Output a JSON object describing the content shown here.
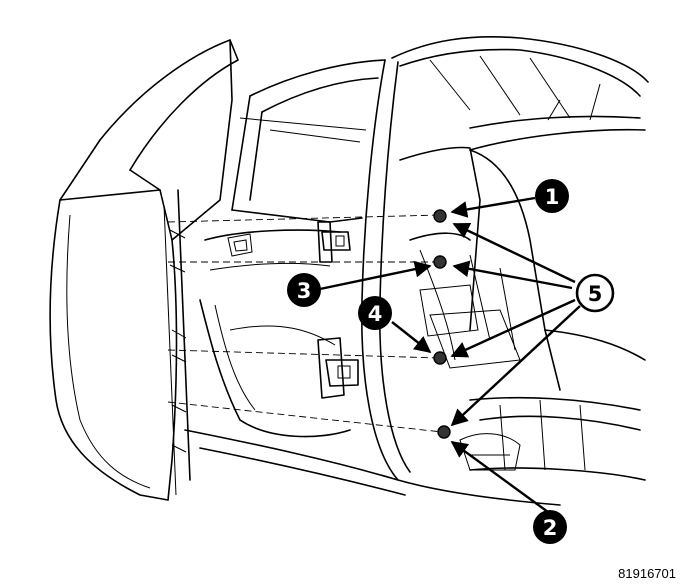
{
  "diagram": {
    "callouts": [
      {
        "id": "callout-1",
        "label": "1",
        "style": "filled"
      },
      {
        "id": "callout-2",
        "label": "2",
        "style": "filled"
      },
      {
        "id": "callout-3",
        "label": "3",
        "style": "filled"
      },
      {
        "id": "callout-4",
        "label": "4",
        "style": "filled"
      },
      {
        "id": "callout-5",
        "label": "5",
        "style": "outline"
      }
    ],
    "figure_code": "81916701",
    "colors": {
      "ink": "#000000",
      "paper": "#ffffff"
    }
  }
}
